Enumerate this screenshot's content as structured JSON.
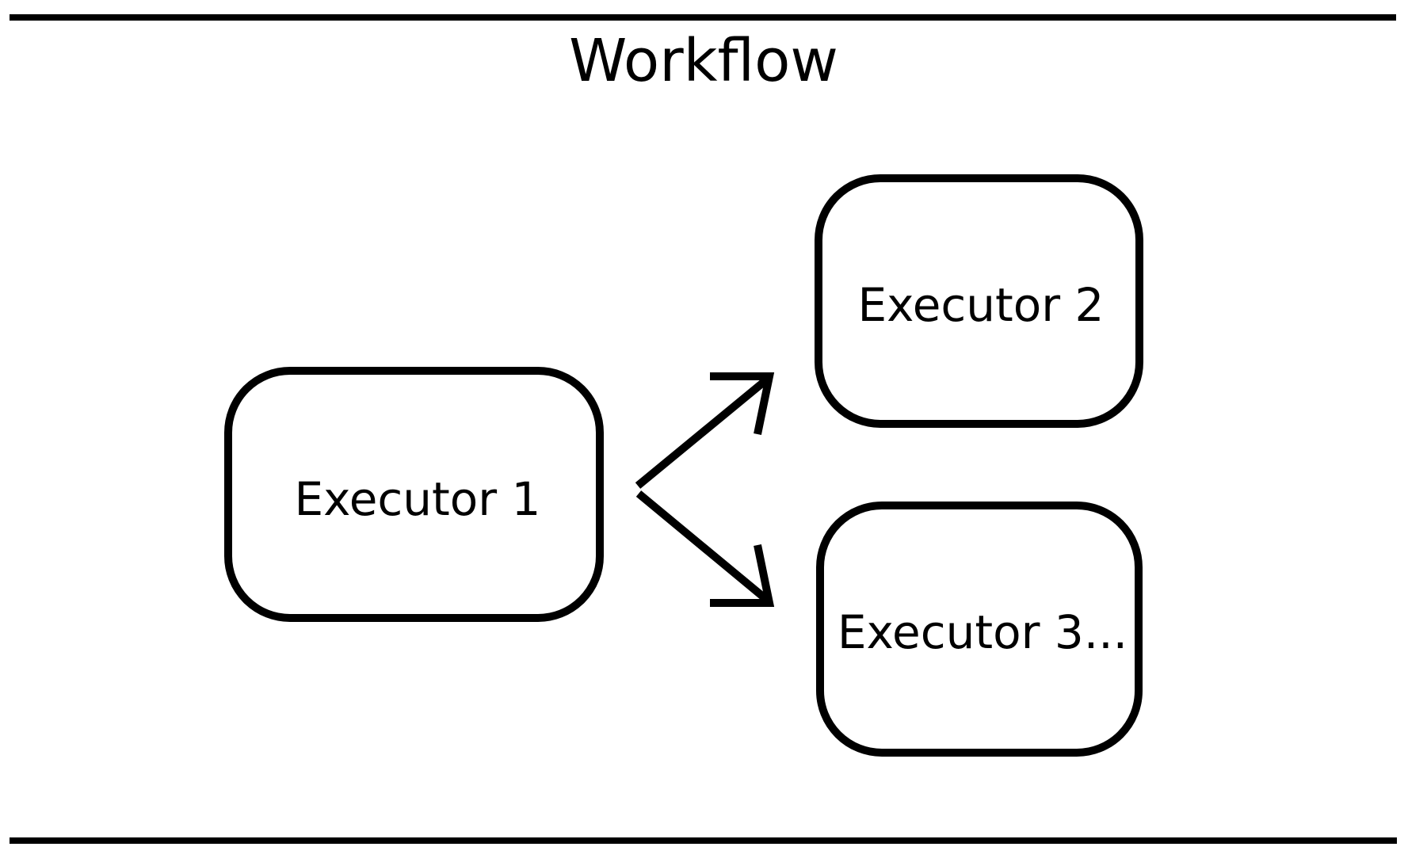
{
  "canvas": {
    "background_color": "#ffffff",
    "stroke_color": "#000000"
  },
  "diagram": {
    "title": "Workflow",
    "nodes": [
      {
        "id": "executor-1",
        "label": "Executor 1"
      },
      {
        "id": "executor-2",
        "label": "Executor 2"
      },
      {
        "id": "executor-3",
        "label": "Executor 3..."
      }
    ],
    "edges": [
      {
        "from": "Executor 1",
        "to": "Executor 2"
      },
      {
        "from": "Executor 1",
        "to": "Executor 3..."
      }
    ]
  }
}
